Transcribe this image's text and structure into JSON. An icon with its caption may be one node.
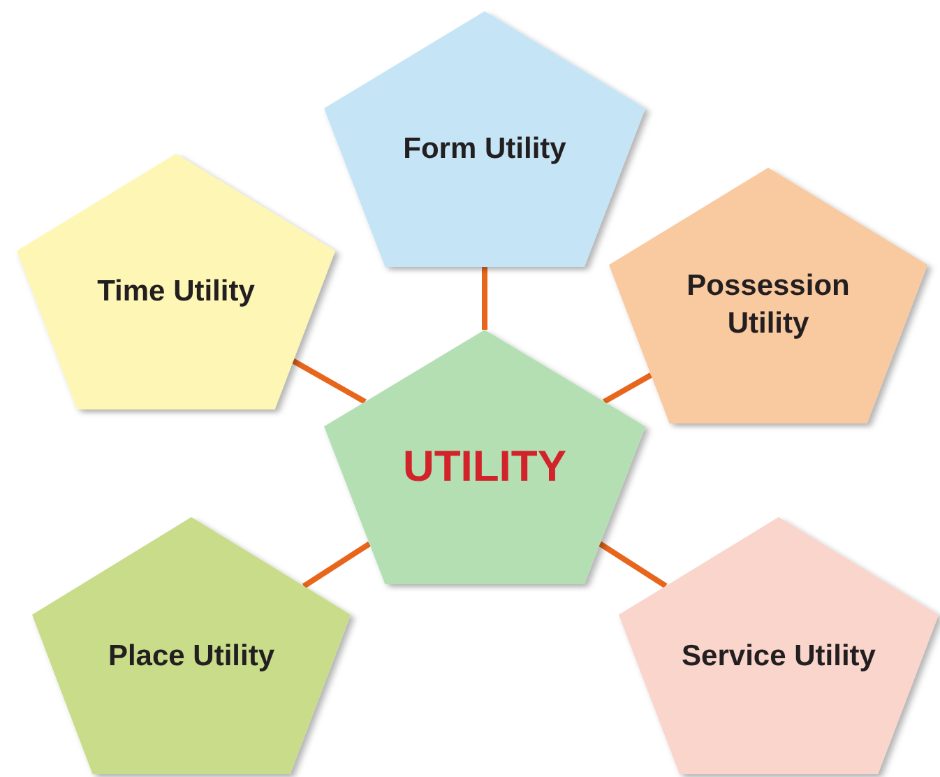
{
  "diagram": {
    "nodes": [
      {
        "text": [
          "Form Utility"
        ]
      },
      {
        "text": [
          "Time Utility"
        ]
      },
      {
        "text": [
          "Possession Utility"
        ]
      },
      {
        "text": [
          "UTILITY"
        ]
      },
      {
        "text": [
          "Place Utility"
        ]
      },
      {
        "text": [
          "Service Utility"
        ]
      }
    ],
    "edges": [
      {
        "from": 3,
        "to": 0,
        "arrow": "none"
      },
      {
        "from": 3,
        "to": 1,
        "arrow": "none"
      },
      {
        "from": 3,
        "to": 2,
        "arrow": "none"
      },
      {
        "from": 3,
        "to": 4,
        "arrow": "none"
      },
      {
        "from": 3,
        "to": 5,
        "arrow": "none"
      }
    ]
  }
}
